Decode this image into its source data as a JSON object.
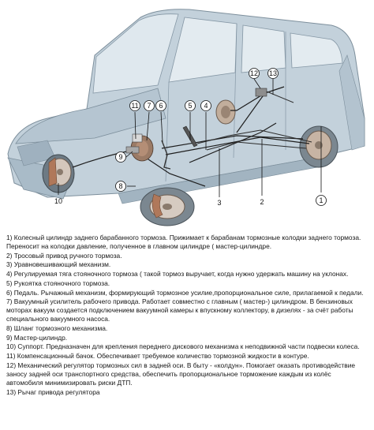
{
  "diagram": {
    "callouts": [
      {
        "id": "c1",
        "text": "1"
      },
      {
        "id": "c2",
        "text": "2"
      },
      {
        "id": "c3",
        "text": "3"
      },
      {
        "id": "c4",
        "text": "4"
      },
      {
        "id": "c5",
        "text": "5"
      },
      {
        "id": "c6",
        "text": "6"
      },
      {
        "id": "c7",
        "text": "7"
      },
      {
        "id": "c8",
        "text": "8"
      },
      {
        "id": "c9",
        "text": "9"
      },
      {
        "id": "c10",
        "text": "10"
      },
      {
        "id": "c11",
        "text": "11"
      },
      {
        "id": "c12",
        "text": "12"
      },
      {
        "id": "c13",
        "text": "13"
      }
    ]
  },
  "legend": {
    "items": [
      "1)  Колесный цилиндр заднего барабанного тормоза. Прижимает к барабанам тормозные колодки заднего тормоза. Переносит на колодки давление, полученное в главном цилиндре  ( мастер-цилиндре.",
      "2)  Тросовый привод ручного тормоза.",
      "3)  Уравновешивающий механизм.",
      "4)  Регулируемая тяга стояночного тормоза  ( такой тормоз выручает, когда нужно удержать машину на уклонах.",
      "5)  Рукоятка стояночного тормоза.",
      "6)  Педаль. Рычажный механизм, формирующий тормозное усилие,пропорциональное силе, прилагаемой к педали.",
      "7)  Вакуумный усилитель рабочего привода. Работает совместно с главным  ( мастер-)  цилиндром. В бензиновых моторах вакуум создается подключением вакуумной камеры к впускному коллектору, в дизелях  -  за счёт работы специального вакуумного насоса.",
      "8)  Шланг тормозного механизма.",
      "9)  Мастер-цилиндр.",
      "10)  Суппорт. Предназначен для крепления переднего дискового механизма к неподвижной части подвески колеса.",
      "11)  Компенсационный бачок. Обеспечивает требуемое количество тормозной жидкости в контуре.",
      "12)  Механический регулятор тормозных сил в задней оси. В быту  -  «колдун». Помогает  оказать противодействие заносу задней оси транспортного средства, обеспечить пропорциональное  торможение каждым из  колёс автомобиля минимизировать риски ДТП.",
      "13)  Рычаг привода регулятора"
    ]
  },
  "colors": {
    "body": "#aebfcc",
    "body_dark": "#8ea3b3",
    "glass": "#d7e3ea",
    "line": "#1a1a1a",
    "metal": "#b8a89a",
    "rust": "#9a6a50",
    "tire": "#555555"
  }
}
